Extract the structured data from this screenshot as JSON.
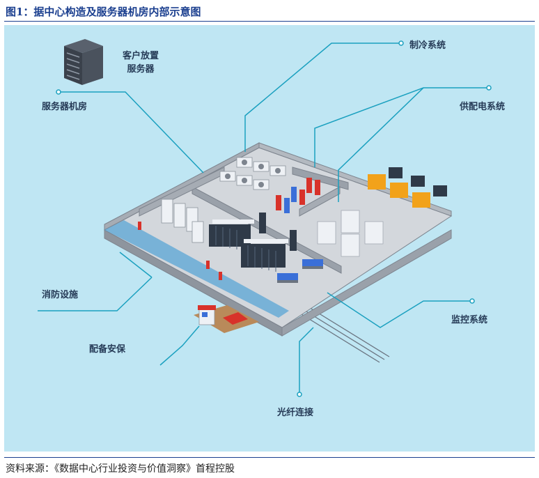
{
  "title": "图1：据中心构造及服务器机房内部示意图",
  "labels": {
    "customer_servers_line1": "客户放置",
    "customer_servers_line2": "服务器",
    "server_room": "服务器机房",
    "cooling_system": "制冷系统",
    "power_supply_system": "供配电系统",
    "fire_protection": "消防设施",
    "security": "配备安保",
    "monitoring_system": "监控系统",
    "fiber_connection": "光纤连接"
  },
  "source": "资料来源：《数据中心行业投资与价值洞察》首程控股",
  "colors": {
    "title": "#1b3f8f",
    "panel_bg": "#bfe6f3",
    "callout_line": "#1aa0bf",
    "floor": "#cfd3d8",
    "wall": "#8a9099",
    "rack": "#2f3a48",
    "server_white": "#eef1f5",
    "generator": "#f2a21a",
    "fire_red": "#d8322a",
    "storage_blue": "#3a6fd8"
  }
}
